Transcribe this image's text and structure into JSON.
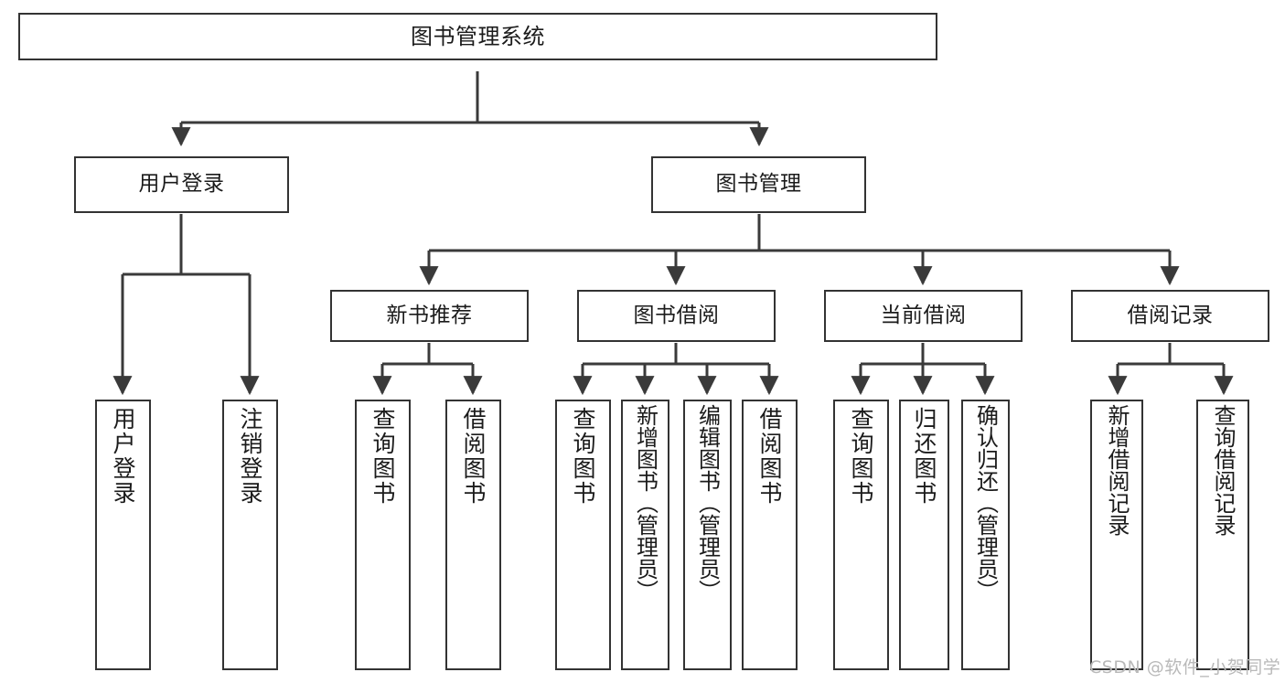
{
  "diagram": {
    "title": "图书管理系统",
    "type": "tree-hierarchy",
    "root": {
      "label": "图书管理系统"
    },
    "level2": [
      {
        "id": "user-login",
        "label": "用户登录"
      },
      {
        "id": "book-manage",
        "label": "图书管理"
      }
    ],
    "level3": [
      {
        "id": "new-book-recommend",
        "label": "新书推荐",
        "parent": "book-manage"
      },
      {
        "id": "book-borrow",
        "label": "图书借阅",
        "parent": "book-manage"
      },
      {
        "id": "current-borrow",
        "label": "当前借阅",
        "parent": "book-manage"
      },
      {
        "id": "borrow-record",
        "label": "借阅记录",
        "parent": "book-manage"
      }
    ],
    "leaves": {
      "user_login": [
        {
          "id": "leaf-user-login",
          "label": "用户登录"
        },
        {
          "id": "leaf-logout-login",
          "label": "注销登录"
        }
      ],
      "new_book_recommend": [
        {
          "id": "leaf-query-book-1",
          "label": "查询图书"
        },
        {
          "id": "leaf-borrow-book-1",
          "label": "借阅图书"
        }
      ],
      "book_borrow": [
        {
          "id": "leaf-query-book-2",
          "label": "查询图书"
        },
        {
          "id": "leaf-add-book",
          "label": "新增图书（管理员）"
        },
        {
          "id": "leaf-edit-book",
          "label": "编辑图书（管理员）"
        },
        {
          "id": "leaf-borrow-book-2",
          "label": "借阅图书"
        }
      ],
      "current_borrow": [
        {
          "id": "leaf-query-book-3",
          "label": "查询图书"
        },
        {
          "id": "leaf-return-book",
          "label": "归还图书"
        },
        {
          "id": "leaf-confirm-return",
          "label": "确认归还（管理员）"
        }
      ],
      "borrow_record": [
        {
          "id": "leaf-add-record",
          "label": "新增借阅记录"
        },
        {
          "id": "leaf-query-record",
          "label": "查询借阅记录"
        }
      ]
    }
  },
  "watermark": {
    "text": "CSDN @软件_小贺同学"
  },
  "colors": {
    "box_border": "#333333",
    "box_fill": "#ffffff",
    "connector": "#3a3a3a",
    "text": "#1b1b1b",
    "watermark": "#b9b9b9",
    "background": "#ffffff"
  }
}
